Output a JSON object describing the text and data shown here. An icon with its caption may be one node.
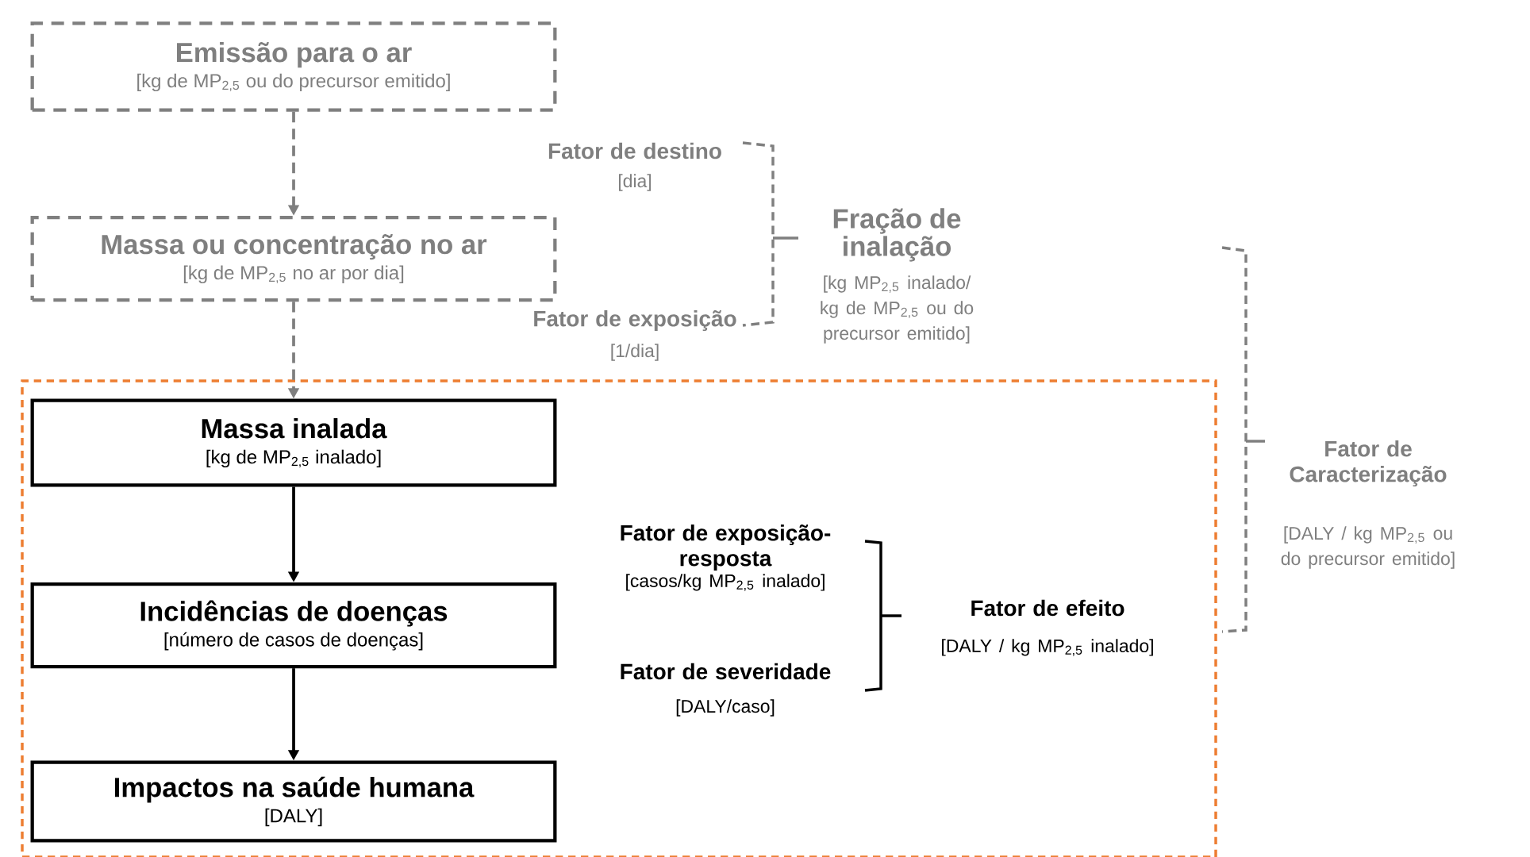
{
  "diagram": {
    "nodes": [
      {
        "text": [
          "Emissão para o ar",
          "[kg de MP$_{2,5}$ ou do precursor emitido]"
        ]
      },
      {
        "text": [
          "Massa ou concentração no ar",
          "[kg de MP$_{2,5}$ no ar por dia]"
        ]
      },
      {
        "text": [],
        "shape": "box"
      },
      {
        "text": [
          "Massa inalada",
          "[kg de MP$_{2,5}$ inalado]"
        ],
        "in": 2
      },
      {
        "text": [
          "Incidências de doenças",
          "[número de casos de doenças]"
        ],
        "in": 2
      },
      {
        "text": [
          "Impactos na saúde humana",
          "[DALY]"
        ],
        "in": 2
      }
    ],
    "edges": [
      {
        "from": 0,
        "to": 1,
        "arrow": "to",
        "style": "dashed",
        "color": "#7f7f7f"
      },
      {
        "from": 1,
        "to": 3,
        "arrow": "to",
        "style": "dashed",
        "color": "#7f7f7f"
      },
      {
        "from": 3,
        "to": 4,
        "arrow": "to",
        "color": "#000000"
      },
      {
        "from": 4,
        "to": 5,
        "arrow": "to",
        "color": "#000000"
      }
    ],
    "labels": [
      "Fator de destino",
      "[dia]",
      "Fração de inalação",
      "[kg MP$_{2,5}$ inalado/ kg de MP$_{2,5}$ ou do precursor emitido]",
      "Fator de exposição",
      "[1/dia]",
      "Fator de Caracterização",
      "[DALY / kg MP$_{2,5}$ ou do precursor emitido]",
      "Fator de exposição-resposta",
      "[casos/kg MP$_{2,5}$ inalado]",
      "Fator de efeito",
      "[DALY / kg MP$_{2,5}$ inalado]",
      "Fator de severidade",
      "[DALY/caso]"
    ]
  }
}
